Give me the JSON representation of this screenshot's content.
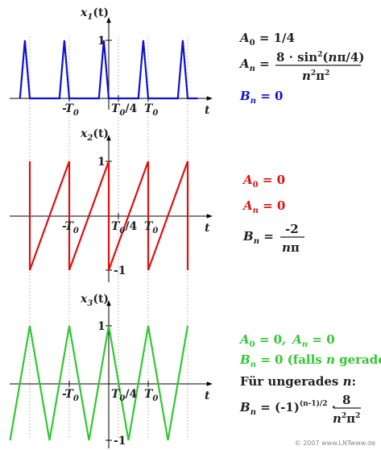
{
  "colors": {
    "x1": "#1010d0",
    "x2": "#e01010",
    "x3": "#30c830",
    "text": "#222222",
    "axis": "#000000",
    "guide": "#999999"
  },
  "plots": [
    {
      "id": "x1",
      "name_base": "x",
      "name_sub": "1",
      "name_arg": "(t)",
      "tick_top": "1",
      "tick_bottom": "",
      "t_label": "t",
      "neg_T0_label": "-T",
      "neg_T0_sub": "0",
      "quarter_label": "T",
      "quarter_sub": "0",
      "quarter_suffix": "/4",
      "pos_T0_label": "T",
      "pos_T0_sub": "0",
      "points": [
        [
          -2.25,
          0
        ],
        [
          -2.125,
          1
        ],
        [
          -2,
          0
        ],
        [
          -1.25,
          0
        ],
        [
          -1.125,
          1
        ],
        [
          -1,
          0
        ],
        [
          -0.25,
          0
        ],
        [
          -0.125,
          1
        ],
        [
          0,
          0
        ],
        [
          0.75,
          0
        ],
        [
          0.875,
          1
        ],
        [
          1,
          0
        ],
        [
          1.75,
          0
        ],
        [
          1.875,
          1
        ],
        [
          2,
          0
        ],
        [
          2.25,
          0
        ]
      ]
    },
    {
      "id": "x2",
      "name_base": "x",
      "name_sub": "2",
      "name_arg": "(t)",
      "tick_top": "1",
      "tick_bottom": "-1",
      "t_label": "t",
      "neg_T0_label": "-T",
      "neg_T0_sub": "0",
      "quarter_label": "T",
      "quarter_sub": "0",
      "quarter_suffix": "/4",
      "pos_T0_label": "T",
      "pos_T0_sub": "0",
      "points": [
        [
          -2,
          1
        ],
        [
          -2,
          -1
        ],
        [
          -1,
          1
        ],
        [
          -1,
          -1
        ],
        [
          0,
          1
        ],
        [
          0,
          -1
        ],
        [
          1,
          1
        ],
        [
          1,
          -1
        ],
        [
          2,
          1
        ],
        [
          2,
          -1
        ]
      ]
    },
    {
      "id": "x3",
      "name_base": "x",
      "name_sub": "3",
      "name_arg": "(t)",
      "tick_top": "1",
      "tick_bottom": "-1",
      "t_label": "t",
      "neg_T0_label": "-T",
      "neg_T0_sub": "0",
      "quarter_label": "T",
      "quarter_sub": "0",
      "quarter_suffix": "/4",
      "pos_T0_label": "T",
      "pos_T0_sub": "0",
      "points": [
        [
          -2.5,
          -1
        ],
        [
          -2,
          1
        ],
        [
          -1.5,
          -1
        ],
        [
          -1,
          1
        ],
        [
          -0.5,
          -1
        ],
        [
          0,
          1
        ],
        [
          0.5,
          -1
        ],
        [
          1,
          1
        ],
        [
          1.5,
          -1
        ],
        [
          2,
          1
        ]
      ]
    }
  ],
  "formulas": {
    "f1": {
      "a0_sym": "A",
      "a0_sub": "0",
      "a0_val": " = 1/4",
      "an_sym": "A",
      "an_sub": "n",
      "an_eq": " =",
      "an_num_prefix": "8 · sin",
      "an_num_sup": "2",
      "an_num_open": "(",
      "an_num_n": "n",
      "an_num_rest": "π/4)",
      "an_den_n": "n",
      "an_den_sup1": "2",
      "an_den_pi": "π",
      "an_den_sup2": "2",
      "bn_sym": "B",
      "bn_sub": "n",
      "bn_val": " = 0"
    },
    "f2": {
      "a0_sym": "A",
      "a0_sub": "0",
      "a0_val": " = 0",
      "an_sym": "A",
      "an_sub": "n",
      "an_val": " = 0",
      "bn_sym": "B",
      "bn_sub": "n",
      "bn_eq": " =",
      "bn_num": "-2",
      "bn_den_n": "n",
      "bn_den_pi": "π"
    },
    "f3": {
      "a0_sym": "A",
      "a0_sub": "0",
      "a0_val": " = 0,",
      "an_sym": "A",
      "an_sub": "n",
      "an_val": " = 0",
      "bn_sym": "B",
      "bn_sub": "n",
      "bn_val": " = 0 (falls ",
      "bn_n": "n",
      "bn_rest": " gerade)",
      "odd_text": "Für ungerades ",
      "odd_n": "n",
      "odd_colon": ":",
      "bn2_sym": "B",
      "bn2_sub": "n",
      "bn2_eq": " = (-1)",
      "bn2_sup": "(n-1)/2",
      "bn2_dot": " ·",
      "bn2_num": "8",
      "bn2_den_n": "n",
      "bn2_den_sup1": "2",
      "bn2_den_pi": "π",
      "bn2_den_sup2": "2"
    }
  },
  "credit": "© 2007 www.LNTwww.de"
}
